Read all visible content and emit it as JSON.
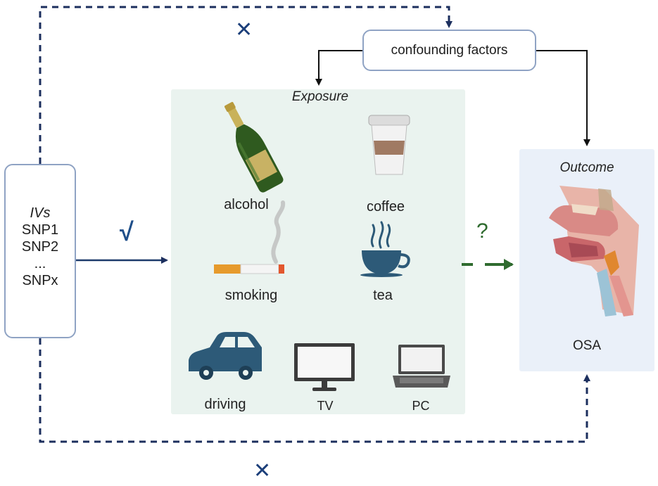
{
  "ivs": {
    "title": "IVs",
    "snps": [
      "SNP1",
      "SNP2",
      "...",
      "SNPx"
    ]
  },
  "confounding": {
    "label": "confounding factors"
  },
  "exposure": {
    "title": "Exposure",
    "items": {
      "alcohol": "alcohol",
      "coffee": "coffee",
      "smoking": "smoking",
      "tea": "tea",
      "driving": "driving",
      "tv": "TV",
      "pc": "PC"
    }
  },
  "outcome": {
    "title": "Outcome",
    "label": "OSA"
  },
  "marks": {
    "top_x": "✕",
    "bottom_x": "✕",
    "check": "√",
    "question": "?"
  },
  "colors": {
    "dashed_path": "#1c2f5e",
    "ivs_arrow": "#1c3a6b",
    "confound_arrows": "#111111",
    "question_arrow": "#2f6b2f",
    "box_border": "#8fa3c4",
    "exposure_bg": "#eaf3ef",
    "outcome_bg": "#eaf0f9"
  }
}
